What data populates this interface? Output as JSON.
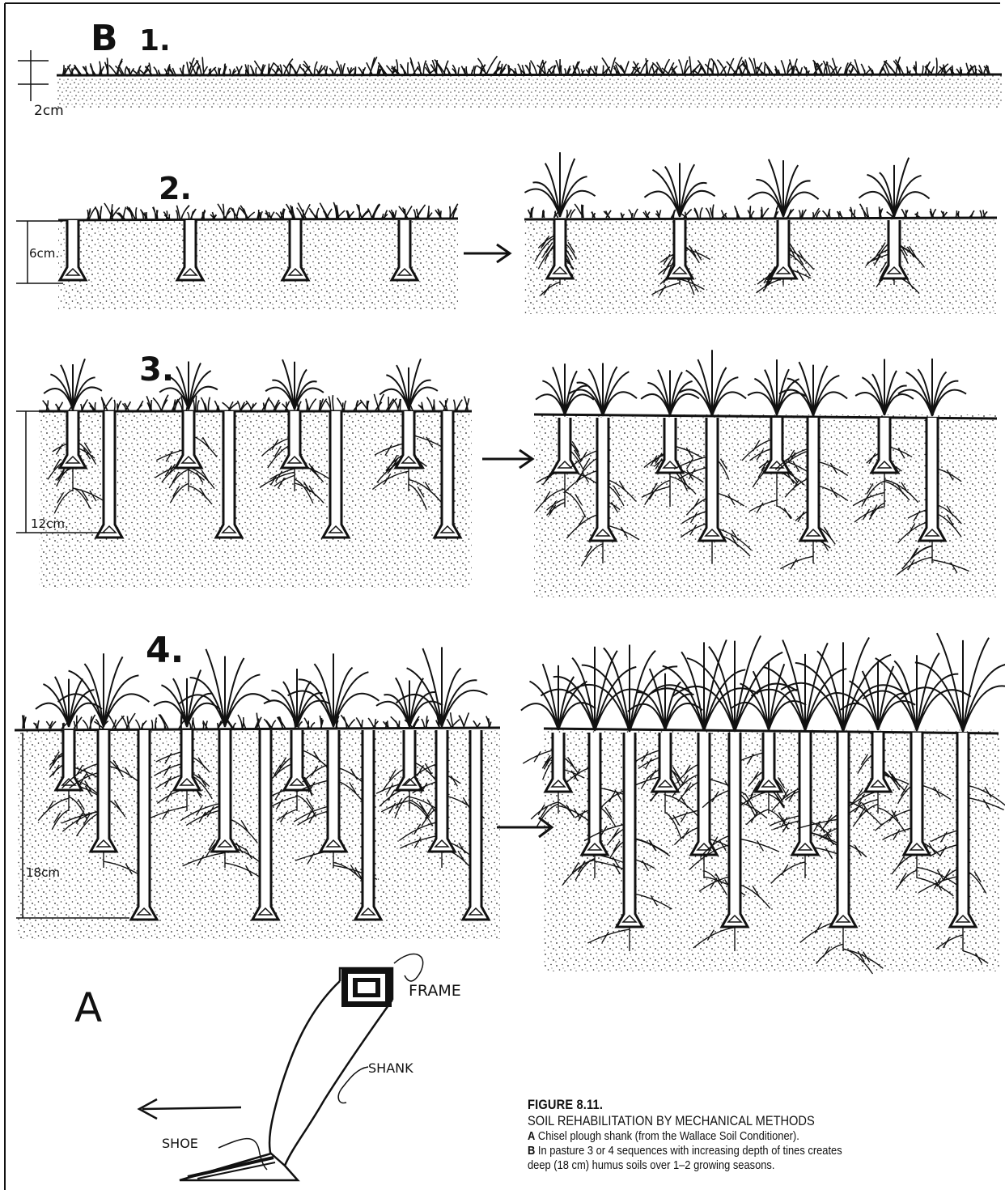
{
  "panel_b": {
    "letter": "B",
    "stages": [
      {
        "number": "1.",
        "depth_label": "2cm"
      },
      {
        "number": "2.",
        "depth_label": "6cm."
      },
      {
        "number": "3.",
        "depth_label": "12cm."
      },
      {
        "number": "4.",
        "depth_label": "18cm"
      }
    ]
  },
  "panel_a": {
    "letter": "A",
    "labels": {
      "frame": "FRAME",
      "shank": "SHANK",
      "shoe": "SHOE"
    }
  },
  "caption": {
    "figure": "FIGURE 8.11.",
    "title": "SOIL REHABILITATION BY MECHANICAL METHODS",
    "line_a_key": "A",
    "line_a_text": " Chisel plough shank (from the Wallace Soil Conditioner).",
    "line_b_key": "B",
    "line_b_text_1": " In pasture 3 or 4 sequences with increasing  depth of tines creates",
    "line_b_text_2": "deep (18 cm) humus soils over 1–2 growing seasons."
  },
  "colors": {
    "ink": "#111111",
    "paper": "#ffffff"
  }
}
